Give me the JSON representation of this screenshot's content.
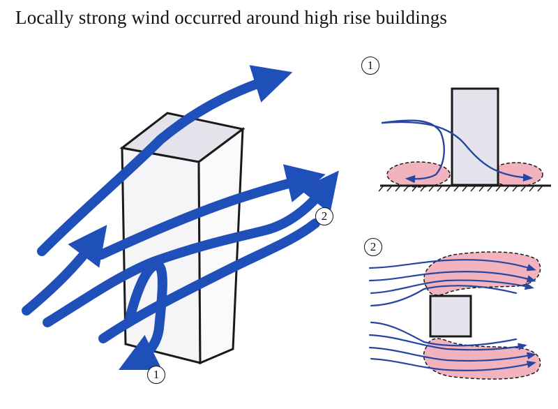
{
  "title": "Locally strong wind occurred around high rise buildings",
  "markers": {
    "one": "1",
    "two": "2"
  },
  "colors": {
    "wind_blue": "#1f4fb8",
    "wind_thin": "#2547a3",
    "building_face": "#e5e3ec",
    "building_front": "#f6f6f8",
    "high_wind_zone": "#f3b3be",
    "outline": "#1a1a1a"
  }
}
